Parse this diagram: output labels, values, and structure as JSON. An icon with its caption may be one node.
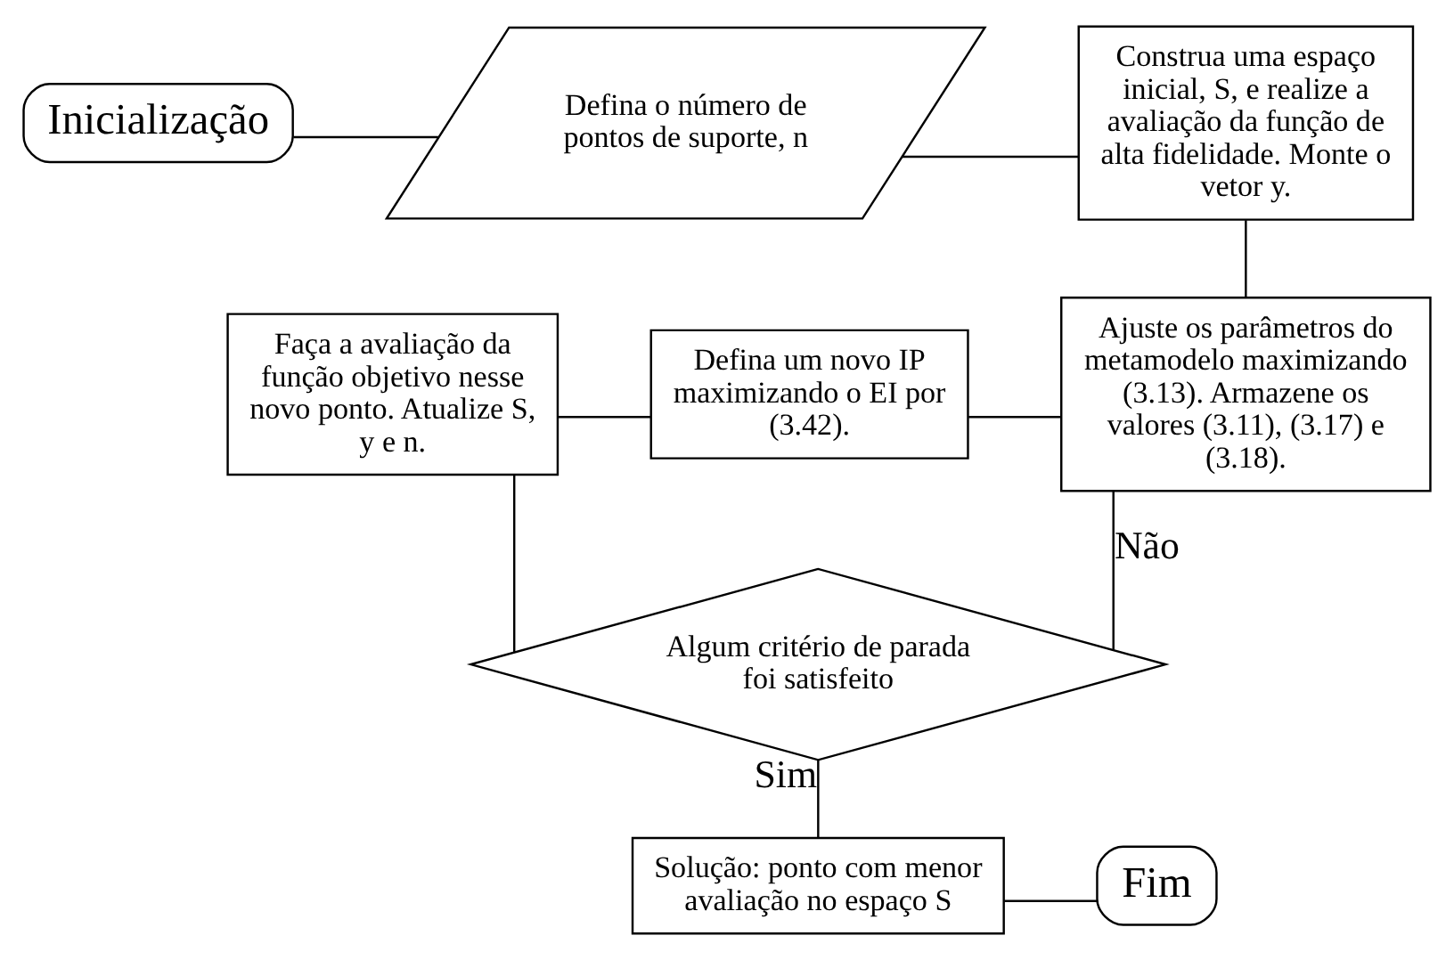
{
  "diagram": {
    "nodes": [
      {
        "text": [
          "Inicialização"
        ]
      },
      {
        "text": [
          "Defina o número de pontos de suporte, n"
        ]
      },
      {
        "text": [
          "Construa uma espaço inicial, S, e realize a avaliação da função de alta fidelidade. Monte o vetor y."
        ]
      },
      {
        "text": [
          "Faça a avaliação da função objetivo nesse novo ponto. Atualize S, y e n."
        ]
      },
      {
        "text": [
          "Defina um novo IP maximizando o EI por (3.42)."
        ]
      },
      {
        "text": [
          "Ajuste os parâmetros do metamodelo maximizando (3.13). Armazene os valores (3.11), (3.17) e (3.18)."
        ]
      },
      {
        "text": [
          "Algum critério de parada foi satisfeito"
        ]
      },
      {
        "text": [
          "Solução: ponto com menor avaliação no espaço S"
        ]
      },
      {
        "text": [
          "Fim"
        ]
      }
    ],
    "edges": [
      {
        "from": 0,
        "to": 1,
        "arrow": "none"
      },
      {
        "from": 1,
        "to": 2,
        "arrow": "none"
      },
      {
        "from": 2,
        "to": 5,
        "arrow": "none"
      },
      {
        "from": 5,
        "to": 4,
        "arrow": "none"
      },
      {
        "from": 4,
        "to": 3,
        "arrow": "none"
      },
      {
        "from": 3,
        "to": 6,
        "arrow": "none"
      },
      {
        "from": 6,
        "to": 5,
        "arrow": "none",
        "label": "Não"
      },
      {
        "from": 6,
        "to": 7,
        "arrow": "none",
        "label": "Sim"
      },
      {
        "from": 7,
        "to": 8,
        "arrow": "none"
      }
    ]
  }
}
